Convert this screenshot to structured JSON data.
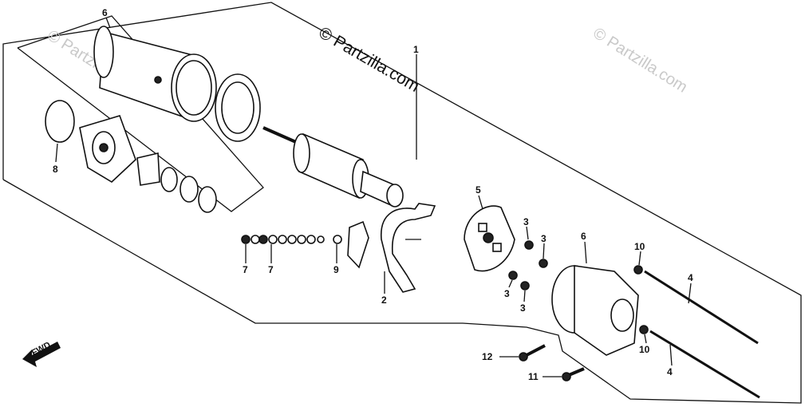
{
  "diagram": {
    "watermarks": [
      "© Partzilla.com",
      "© Partzilla.com",
      "© Partzilla.com"
    ],
    "fwd_label": "FWD",
    "callouts": {
      "c1": "1",
      "c2": "2",
      "c3a": "3",
      "c3b": "3",
      "c3c": "3",
      "c3d": "3",
      "c4a": "4",
      "c4b": "4",
      "c5": "5",
      "c6a": "6",
      "c6b": "6",
      "c7a": "7",
      "c7b": "7",
      "c8": "8",
      "c9": "9",
      "c10a": "10",
      "c10b": "10",
      "c11": "11",
      "c12": "12"
    }
  }
}
